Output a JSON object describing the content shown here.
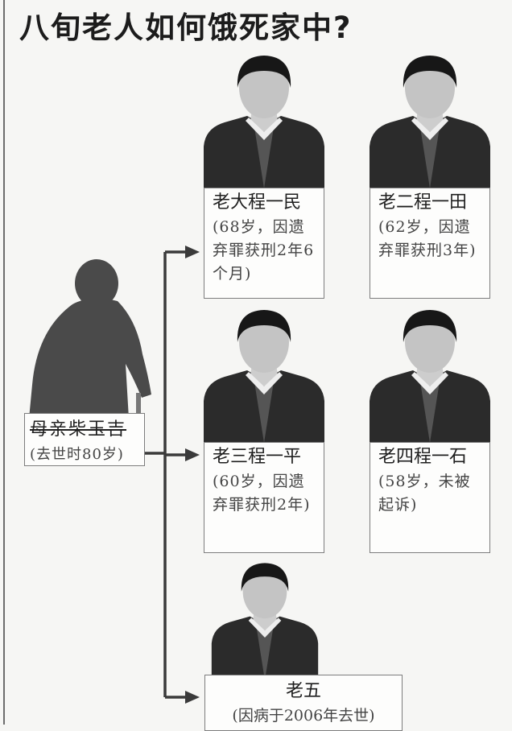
{
  "title": "八旬老人如何饿死家中?",
  "mother": {
    "name": "母亲柴玉吉",
    "note": "(去世时80岁)"
  },
  "sons": [
    {
      "name": "老大程一民",
      "note": "(68岁，因遗弃罪获刑2年6个月)"
    },
    {
      "name": "老二程一田",
      "note": "(62岁，因遗弃罪获刑3年)"
    },
    {
      "name": "老三程一平",
      "note": "(60岁，因遗弃罪获刑2年)"
    },
    {
      "name": "老四程一石",
      "note": "(58岁，未被起诉)"
    },
    {
      "name": "老五",
      "note": "(因病于2006年去世)"
    }
  ]
}
